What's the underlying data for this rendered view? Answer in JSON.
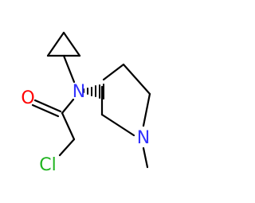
{
  "molecule": {
    "atoms": {
      "N_amide": "N",
      "O_carbonyl": "O",
      "Cl": "Cl",
      "N_ring": "N"
    }
  },
  "colors": {
    "bond": "#000000",
    "nitrogen": "#3333ff",
    "oxygen": "#ff0000",
    "chlorine": "#1fb41f",
    "background": "#ffffff"
  }
}
